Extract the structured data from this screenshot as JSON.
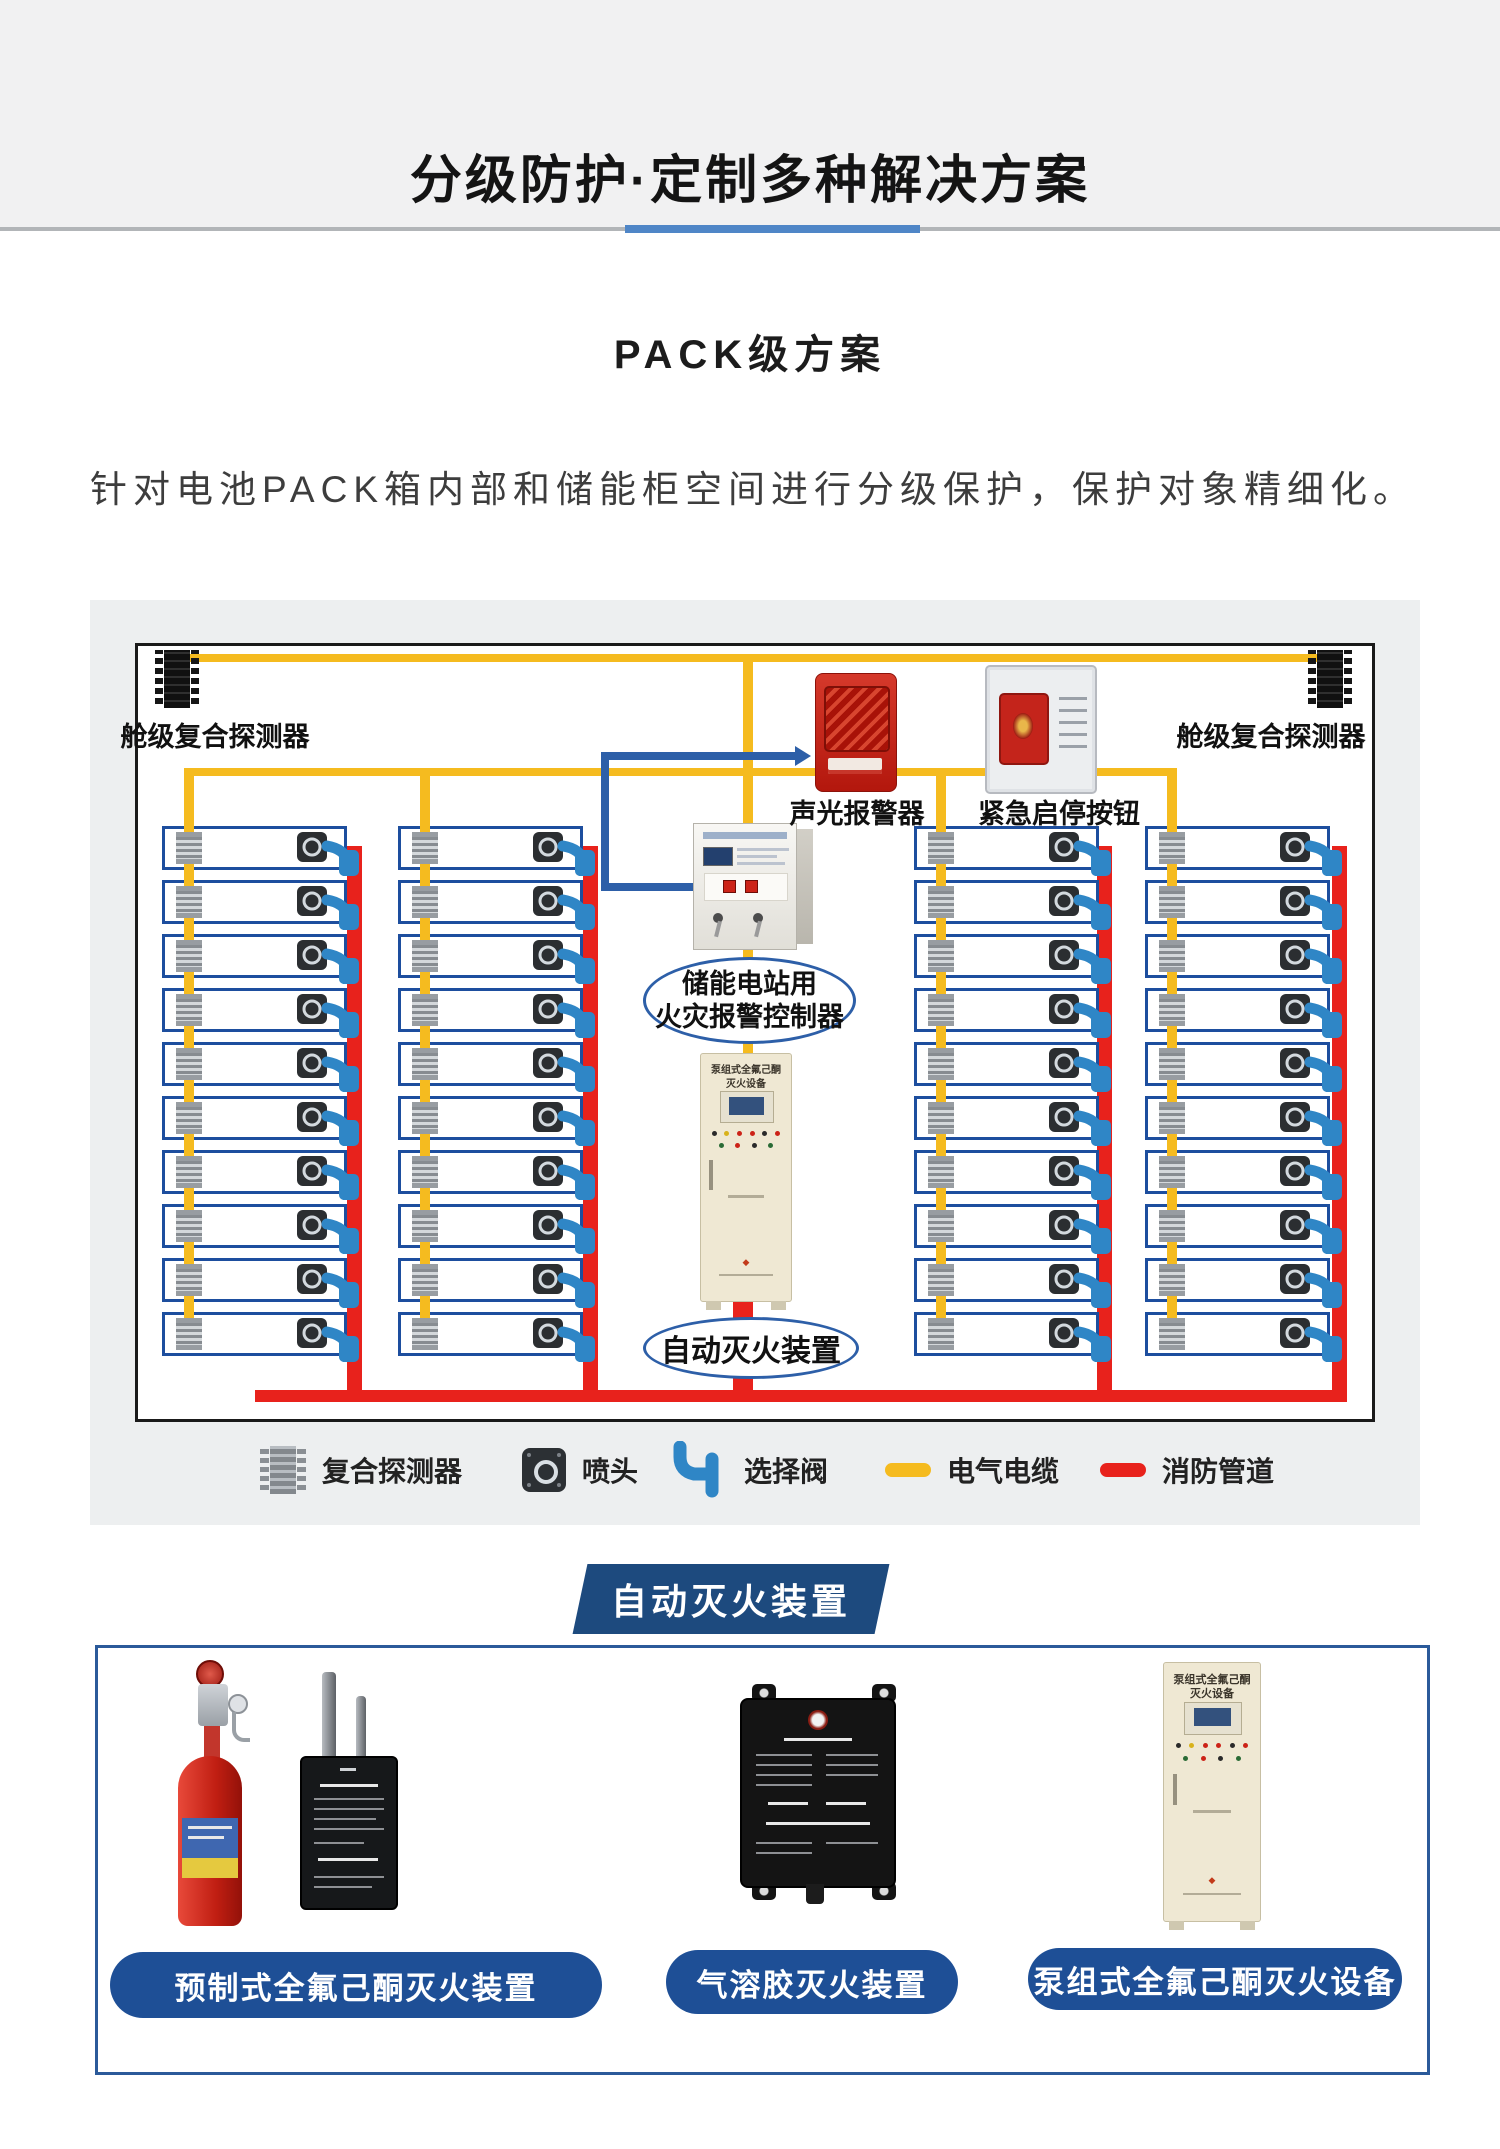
{
  "header": {
    "title": "分级防护·定制多种解决方案",
    "accent_color": "#4f86c7"
  },
  "intro": {
    "subtitle": "PACK级方案",
    "paragraph": "针对电池PACK箱内部和储能柜空间进行分级保护，保护对象精细化。"
  },
  "diagram": {
    "left_detector_label": "舱级复合探测器",
    "right_detector_label": "舱级复合探测器",
    "alarm_label": "声光报警器",
    "emergency_button_label": "紧急启停按钮",
    "controller_ellipse_line1": "储能电站用",
    "controller_ellipse_line2": "火灾报警控制器",
    "suppression_ellipse": "自动灭火装置",
    "cabinet_title_line1": "泵组式全氟己酮",
    "cabinet_title_line2": "灭火设备",
    "rack": {
      "columns": 4,
      "rows_per_column": 10
    },
    "legend": [
      {
        "icon": "composite-detector-icon",
        "label": "复合探测器"
      },
      {
        "icon": "nozzle-icon",
        "label": "喷头"
      },
      {
        "icon": "selector-valve-icon",
        "label": "选择阀"
      },
      {
        "icon": "cable-swatch",
        "label": "电气电缆",
        "color": "#f5bb1f"
      },
      {
        "icon": "pipe-swatch",
        "label": "消防管道",
        "color": "#e8221c"
      }
    ],
    "colors": {
      "cable": "#f5bb1f",
      "pipe": "#e8221c",
      "valve": "#2f86c6",
      "module_border": "#1d4e9e",
      "signal_blue": "#2d5fa8"
    }
  },
  "bottom": {
    "banner": "自动灭火装置",
    "products": [
      {
        "label": "预制式全氟己酮灭火装置"
      },
      {
        "label": "气溶胶灭火装置"
      },
      {
        "label": "泵组式全氟己酮灭火设备"
      }
    ],
    "cabinet_title_line1": "泵组式全氟己酮",
    "cabinet_title_line2": "灭火设备"
  }
}
